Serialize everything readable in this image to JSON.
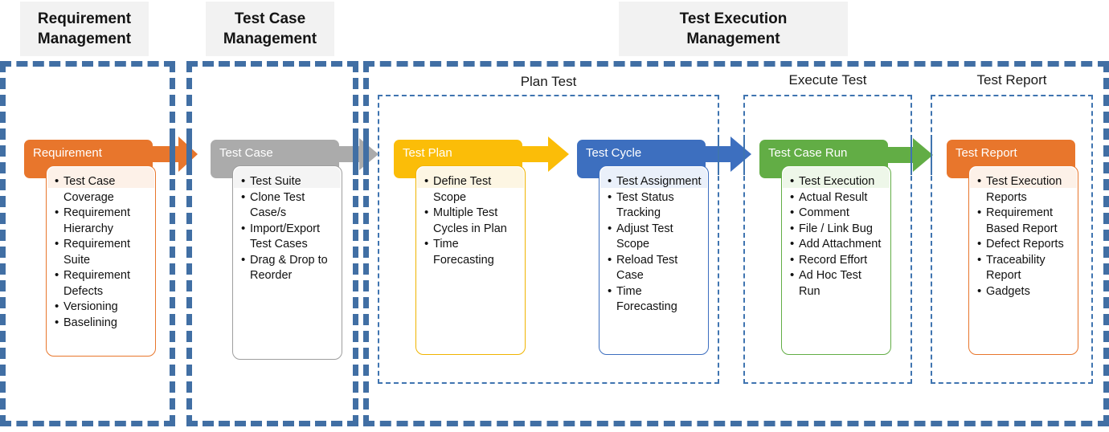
{
  "groups": [
    {
      "name": "requirement-management",
      "label": "Requirement\nManagement"
    },
    {
      "name": "test-case-management",
      "label": "Test Case\nManagement"
    },
    {
      "name": "test-execution-management",
      "label": "Test Execution\nManagement"
    }
  ],
  "phases": [
    {
      "name": "plan-test",
      "label": "Plan Test"
    },
    {
      "name": "execute-test",
      "label": "Execute Test"
    },
    {
      "name": "test-report",
      "label": "Test Report"
    }
  ],
  "colors": {
    "outer_dash": "#416fa4",
    "inner_dash": "#3f74b0",
    "orange": "#E8762C",
    "gray": "#ABABAB",
    "yellow": "#FBBD08",
    "blue": "#3D6FBF",
    "green": "#62AD45",
    "group_label_bg": "#f2f2f2"
  },
  "cards": [
    {
      "name": "requirement",
      "title": "Requirement",
      "color": "#E8762C",
      "tint": "#fdf1e8",
      "features": [
        "Test Case Coverage",
        "Requirement Hierarchy",
        "Requirement Suite",
        "Requirement Defects",
        "Versioning",
        "Baselining"
      ]
    },
    {
      "name": "test-case",
      "title": "Test Case",
      "color": "#ABABAB",
      "tint": "#f4f4f4",
      "features": [
        "Test Suite",
        "Clone Test Case/s",
        "Import/Export Test Cases",
        "Drag & Drop to Reorder"
      ]
    },
    {
      "name": "test-plan",
      "title": "Test Plan",
      "color": "#FBBD08",
      "tint": "#fdf6e3",
      "features": [
        "Define Test Scope",
        "Multiple Test Cycles in Plan",
        "Time Forecasting"
      ]
    },
    {
      "name": "test-cycle",
      "title": "Test Cycle",
      "color": "#3D6FBF",
      "tint": "#eaf0fa",
      "features": [
        "Test Assignment",
        "Test Status Tracking",
        "Adjust Test Scope",
        "Reload Test Case",
        "Time Forecasting"
      ]
    },
    {
      "name": "test-case-run",
      "title": "Test Case Run",
      "color": "#62AD45",
      "tint": "#eef7e9",
      "features": [
        "Test Execution",
        "Actual Result",
        "Comment",
        "File / Link Bug",
        "Add Attachment",
        "Record Effort",
        "Ad Hoc Test Run"
      ]
    },
    {
      "name": "test-report",
      "title": "Test Report",
      "color": "#E8762C",
      "tint": "#fdf1e8",
      "features": [
        "Test Execution Reports",
        "Requirement Based Report",
        "Defect Reports",
        "Traceability Report",
        "Gadgets"
      ]
    }
  ],
  "arrows": [
    {
      "name": "arrow-requirement-to-test-case",
      "color": "#E8762C"
    },
    {
      "name": "arrow-test-case-to-test-plan",
      "color": "#ABABAB"
    },
    {
      "name": "arrow-test-plan-to-test-cycle",
      "color": "#FBBD08"
    },
    {
      "name": "arrow-test-cycle-to-test-case-run",
      "color": "#3D6FBF"
    },
    {
      "name": "arrow-test-case-run-to-test-report",
      "color": "#62AD45"
    }
  ]
}
